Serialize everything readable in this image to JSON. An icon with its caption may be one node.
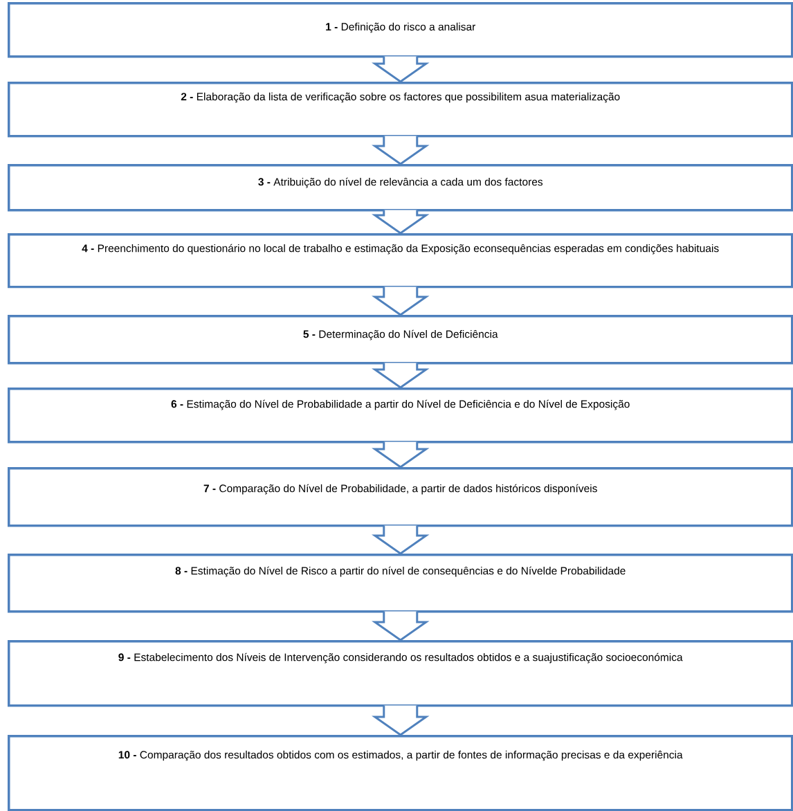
{
  "diagram": {
    "nodes": [
      {
        "text": [
          "**1 -** Definição do risco a analisar"
        ]
      },
      {
        "text": [
          "**2 -** Elaboração da lista de verificação sobre os factores que possibilitem asua materialização"
        ]
      },
      {
        "text": [
          "**3 -** Atribuição do nível de relevância a cada um dos factores"
        ]
      },
      {
        "text": [
          "**4 -** Preenchimento do questionário no local de trabalho e estimação da Exposição econsequências esperadas em condições habituais"
        ]
      },
      {
        "text": [
          "**5 -** Determinação do Nível de Deficiência"
        ]
      },
      {
        "text": [
          "**6 -** Estimação do Nível de Probabilidade a partir do Nível de Deficiência e do Nível de Exposição"
        ]
      },
      {
        "text": [
          "**7 -** Comparação do Nível de Probabilidade, a partir de dados históricos disponíveis"
        ]
      },
      {
        "text": [
          "**8 -** Estimação do Nível de Risco a partir do nível de consequências e do Nívelde Probabilidade"
        ]
      },
      {
        "text": [
          "**9 -** Estabelecimento dos Níveis de Intervenção considerando os resultados obtidos e a suajustificação socioeconómica"
        ]
      },
      {
        "text": [
          "**10 -** Comparação dos resultados obtidos com os estimados, a partir de fontes de informação precisas e da experiência"
        ]
      }
    ],
    "edges": [
      {
        "from": 0,
        "to": 1,
        "arrow": "to"
      },
      {
        "from": 1,
        "to": 2,
        "arrow": "to"
      },
      {
        "from": 2,
        "to": 3,
        "arrow": "to"
      },
      {
        "from": 3,
        "to": 4,
        "arrow": "to"
      },
      {
        "from": 4,
        "to": 5,
        "arrow": "to"
      },
      {
        "from": 5,
        "to": 6,
        "arrow": "to"
      },
      {
        "from": 6,
        "to": 7,
        "arrow": "to"
      },
      {
        "from": 7,
        "to": 8,
        "arrow": "to"
      },
      {
        "from": 8,
        "to": 9,
        "arrow": "to"
      }
    ]
  }
}
